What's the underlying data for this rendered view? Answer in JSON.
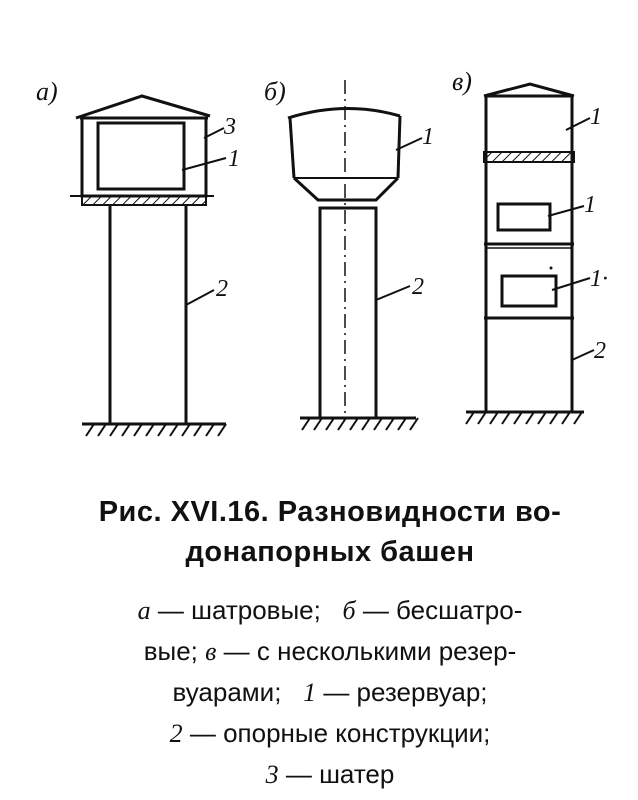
{
  "figure": {
    "panels": [
      {
        "letter": "а)",
        "callouts": [
          "3",
          "1",
          "2"
        ]
      },
      {
        "letter": "б)",
        "callouts": [
          "1",
          "2"
        ]
      },
      {
        "letter": "в)",
        "callouts": [
          "1",
          "1",
          "1·",
          "2"
        ]
      }
    ]
  },
  "caption": {
    "title_line1": "Рис. XVI.16. Разновидности во-",
    "title_line2": "донапорных башен"
  },
  "legend": {
    "line1": {
      "key_a": "а",
      "text_a": " — шатровые;   ",
      "key_b": "б",
      "text_b": " — бесшатро-"
    },
    "line2": {
      "text_start": "вые; ",
      "key_v": "в",
      "text_v": " — с несколькими резер-"
    },
    "line3": {
      "text_start": "вуарами;   ",
      "key_1": "1",
      "text_1": " — резервуар;"
    },
    "line4": {
      "key_2": "2",
      "text_2": " — опорные конструкции;"
    },
    "line5": {
      "key_3": "3",
      "text_3": " — шатер"
    }
  }
}
